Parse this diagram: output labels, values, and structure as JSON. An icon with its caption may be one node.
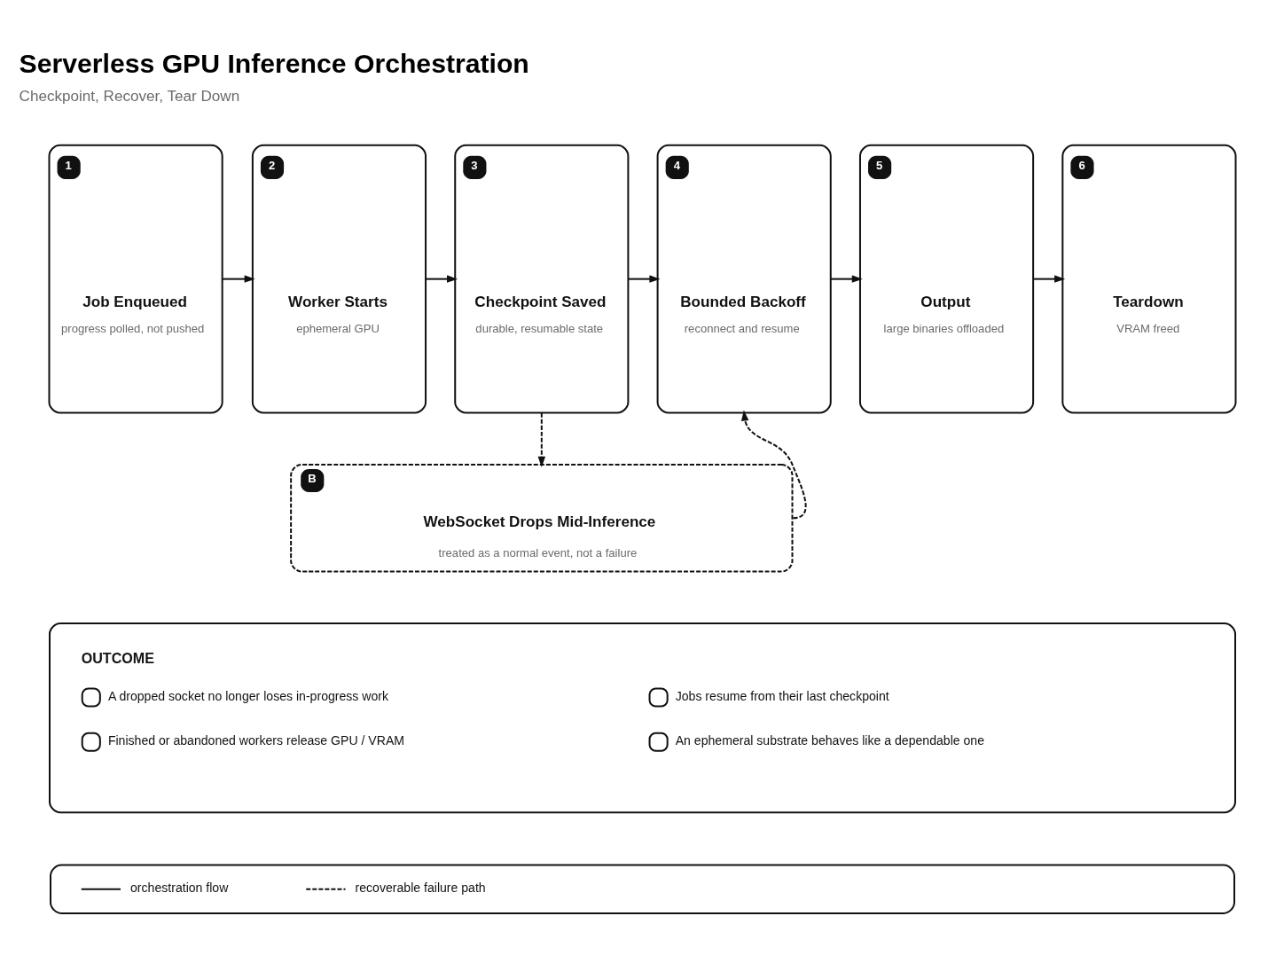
{
  "diagram": {
    "title": "Serverless GPU Inference Orchestration",
    "caption": "Checkpoint, Recover, Tear Down",
    "nodes": [
      {
        "text": [
          "1",
          "Job Enqueued",
          "progress polled, not pushed"
        ]
      },
      {
        "text": [
          "2",
          "Worker Starts",
          "ephemeral GPU"
        ]
      },
      {
        "text": [
          "3",
          "Checkpoint Saved",
          "durable, resumable state"
        ]
      },
      {
        "text": [
          "4",
          "Bounded Backoff",
          "reconnect and resume"
        ]
      },
      {
        "text": [
          "5",
          "Output",
          "large binaries offloaded"
        ]
      },
      {
        "text": [
          "6",
          "Teardown",
          "VRAM freed"
        ]
      },
      {
        "text": [
          "B",
          "WebSocket Drops Mid-Inference",
          "treated as a normal event, not a failure"
        ]
      },
      {
        "text": [
          "OUTCOME",
          "A dropped socket no longer loses in-progress work",
          "Jobs resume from their last checkpoint",
          "Finished or abandoned workers release GPU / VRAM",
          "An ephemeral substrate behaves like a dependable one"
        ]
      }
    ],
    "edges": [
      {
        "from": 0,
        "to": 1,
        "arrow": "to"
      },
      {
        "from": 1,
        "to": 2,
        "arrow": "to"
      },
      {
        "from": 2,
        "to": 3,
        "arrow": "to"
      },
      {
        "from": 3,
        "to": 4,
        "arrow": "to"
      },
      {
        "from": 4,
        "to": 5,
        "arrow": "to"
      },
      {
        "from": 2,
        "to": 6,
        "arrow": "to",
        "style": "dashed"
      },
      {
        "from": 6,
        "to": 3,
        "arrow": "to",
        "style": "dashed"
      }
    ],
    "legend": [
      {
        "text": "orchestration flow"
      },
      {
        "text": "recoverable failure path"
      }
    ]
  }
}
